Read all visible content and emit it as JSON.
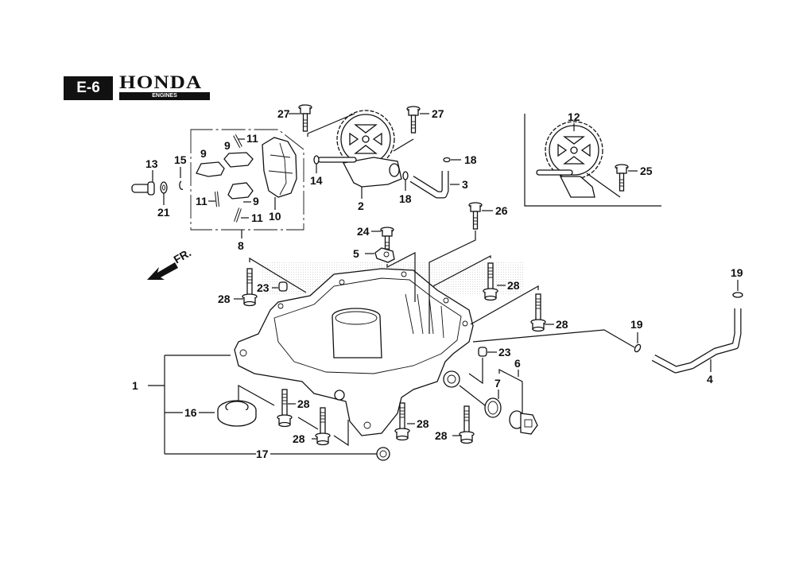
{
  "header": {
    "section_code": "E-6",
    "brand": "HONDA",
    "brand_sub": "ENGINES"
  },
  "direction_marker": "FR.",
  "callouts": {
    "c1": "1",
    "c2": "2",
    "c3": "3",
    "c4": "4",
    "c5": "5",
    "c6": "6",
    "c7": "7",
    "c8": "8",
    "c9a": "9",
    "c9b": "9",
    "c9c": "9",
    "c10": "10",
    "c11a": "11",
    "c11b": "11",
    "c11c": "11",
    "c12": "12",
    "c13": "13",
    "c14": "14",
    "c15": "15",
    "c16": "16",
    "c17": "17",
    "c18a": "18",
    "c18b": "18",
    "c19a": "19",
    "c19b": "19",
    "c21": "21",
    "c23a": "23",
    "c23b": "23",
    "c24": "24",
    "c25": "25",
    "c26": "26",
    "c27a": "27",
    "c27b": "27",
    "c28a": "28",
    "c28b": "28",
    "c28c": "28",
    "c28d": "28",
    "c28e": "28",
    "c28f": "28",
    "c28g": "28"
  }
}
